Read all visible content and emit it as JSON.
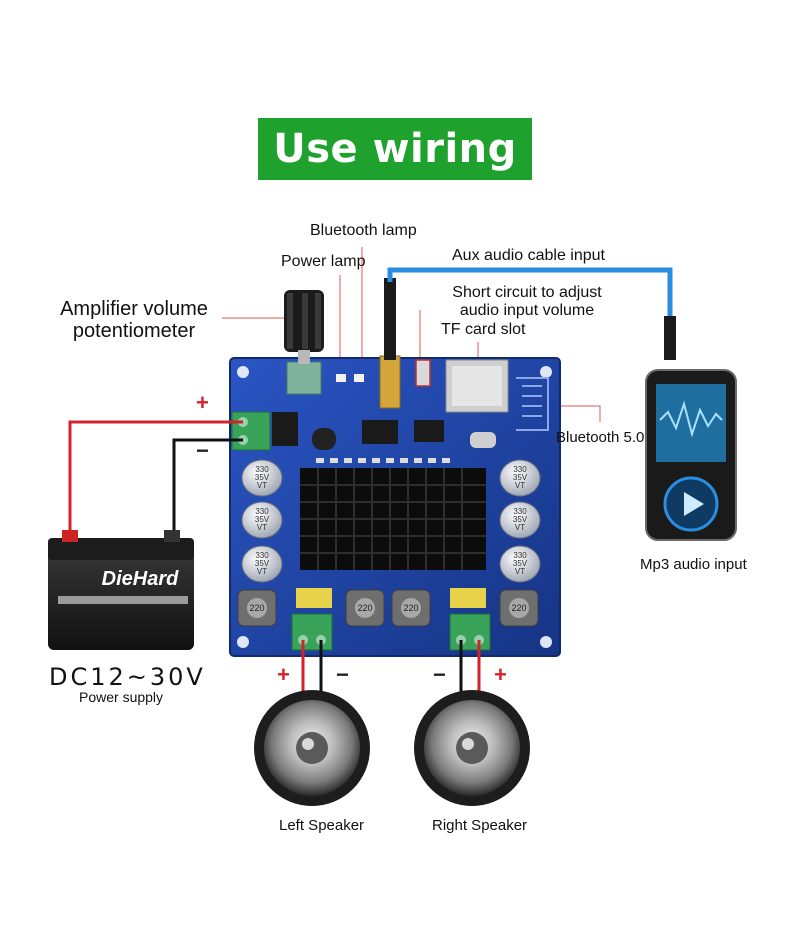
{
  "title": "Use wiring",
  "labels": {
    "bluetooth_lamp": "Bluetooth lamp",
    "power_lamp": "Power lamp",
    "aux_input": "Aux audio cable input",
    "short_circuit_line1": "Short circuit to adjust",
    "short_circuit_line2": "audio input volume",
    "tf_card": "TF card slot",
    "amp_pot_line1": "Amplifier volume",
    "amp_pot_line2": "potentiometer",
    "bluetooth_version": "Bluetooth 5.0",
    "mp3_input": "Mp3 audio input",
    "dc_range": "DC12~30V",
    "power_supply": "Power supply",
    "left_speaker": "Left Speaker",
    "right_speaker": "Right Speaker"
  },
  "signs": {
    "plus": "+",
    "minus": "−"
  },
  "battery_brand": "DieHard",
  "capacitor_text": "330\n35V\nVT",
  "inductor_text": "220",
  "colors": {
    "banner": "#1fa12e",
    "pcb": "#1d3f9e",
    "wire_red": "#d3232a",
    "wire_black": "#111111",
    "aux_cable": "#2a8ee0",
    "leader": "#e05a5a"
  }
}
